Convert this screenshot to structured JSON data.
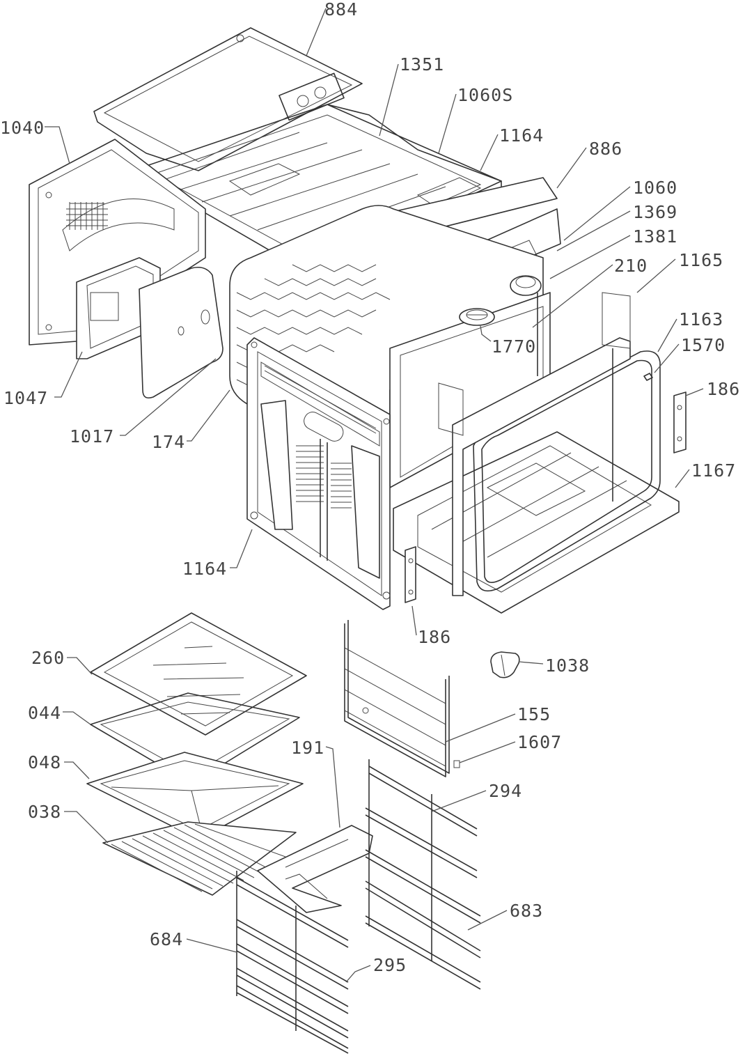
{
  "colors": {
    "line": "#333333",
    "label": "#444444",
    "background": "#ffffff"
  },
  "labels": [
    {
      "id": "l884",
      "text": "884"
    },
    {
      "id": "l1351",
      "text": "1351"
    },
    {
      "id": "l1060s",
      "text": "1060S"
    },
    {
      "id": "l1040",
      "text": "1040"
    },
    {
      "id": "l1164a",
      "text": "1164"
    },
    {
      "id": "l886",
      "text": "886"
    },
    {
      "id": "l1060",
      "text": "1060"
    },
    {
      "id": "l1369",
      "text": "1369"
    },
    {
      "id": "l1381",
      "text": "1381"
    },
    {
      "id": "l210",
      "text": "210"
    },
    {
      "id": "l1165",
      "text": "1165"
    },
    {
      "id": "l1163",
      "text": "1163"
    },
    {
      "id": "l1770",
      "text": "1770"
    },
    {
      "id": "l1570",
      "text": "1570"
    },
    {
      "id": "l186a",
      "text": "186"
    },
    {
      "id": "l1047",
      "text": "1047"
    },
    {
      "id": "l1017",
      "text": "1017"
    },
    {
      "id": "l174",
      "text": "174"
    },
    {
      "id": "l1167",
      "text": "1167"
    },
    {
      "id": "l1164b",
      "text": "1164"
    },
    {
      "id": "l186b",
      "text": "186"
    },
    {
      "id": "l1038",
      "text": "1038"
    },
    {
      "id": "l260",
      "text": "260"
    },
    {
      "id": "l044",
      "text": "044"
    },
    {
      "id": "l155",
      "text": "155"
    },
    {
      "id": "l1607",
      "text": "1607"
    },
    {
      "id": "l048",
      "text": "048"
    },
    {
      "id": "l191",
      "text": "191"
    },
    {
      "id": "l294",
      "text": "294"
    },
    {
      "id": "l038",
      "text": "038"
    },
    {
      "id": "l683",
      "text": "683"
    },
    {
      "id": "l684",
      "text": "684"
    },
    {
      "id": "l295",
      "text": "295"
    }
  ]
}
